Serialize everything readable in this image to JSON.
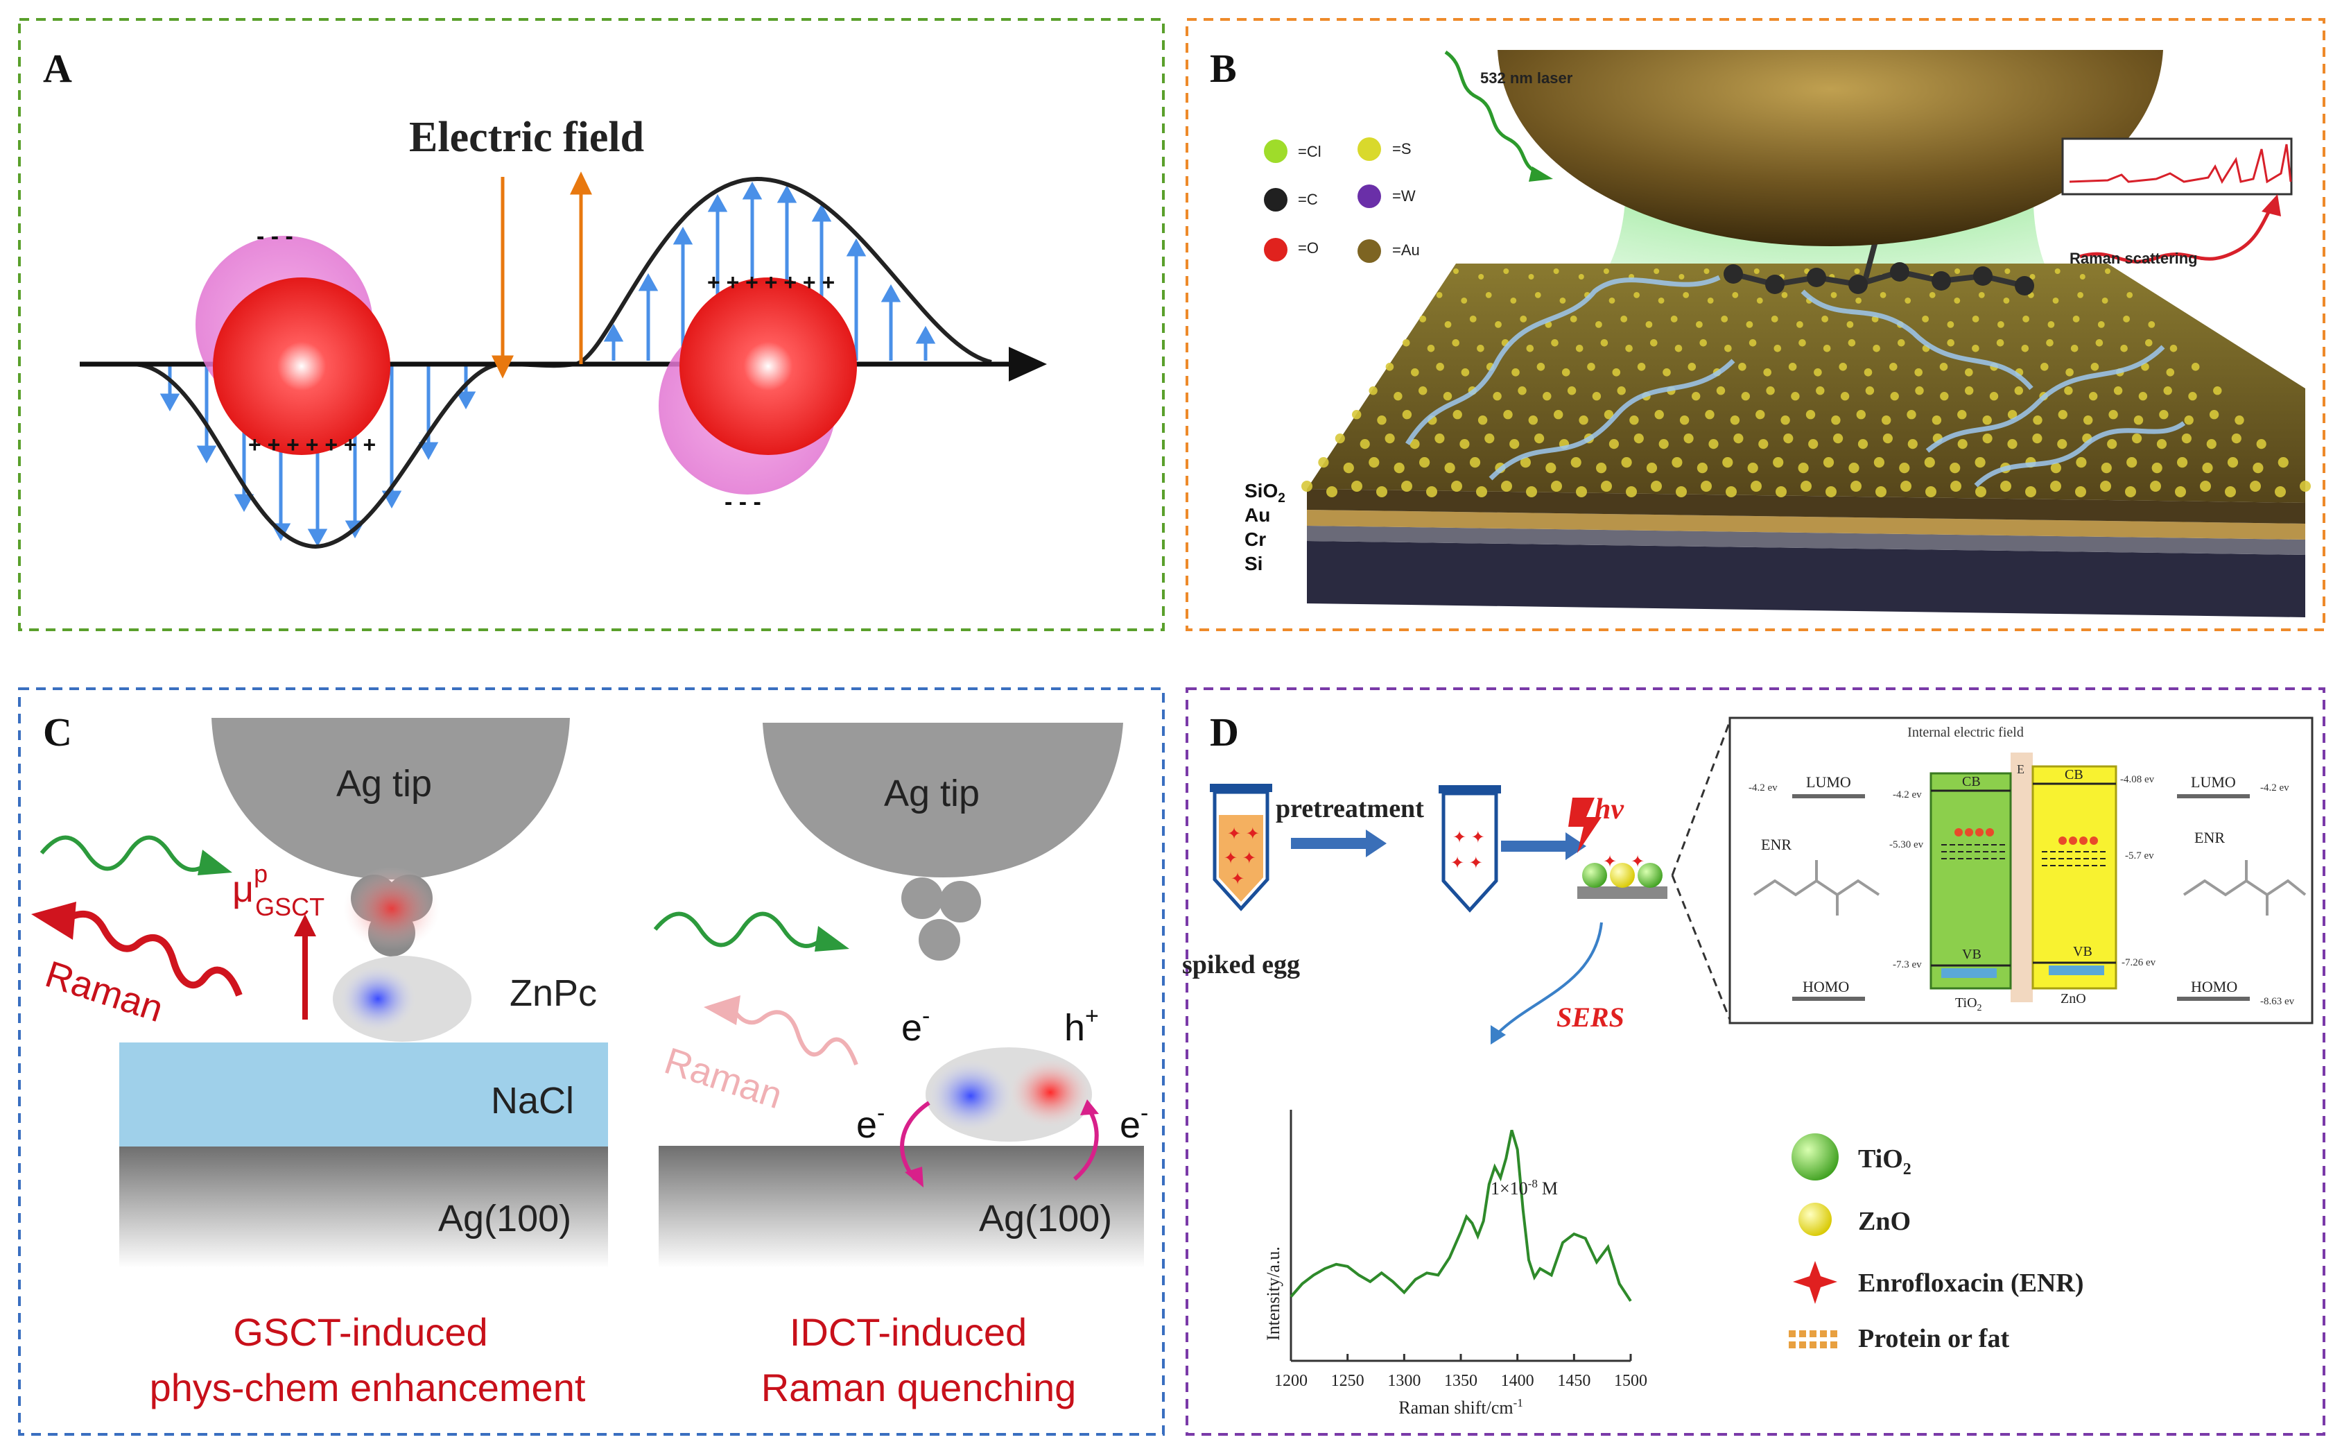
{
  "panels": {
    "A": {
      "letter": "A",
      "title": "Electric field",
      "plus_left": "+ + + + + + +",
      "minus_left": "- - -",
      "plus_right": "+ + + + + + +",
      "minus_right": "- - -"
    },
    "B": {
      "letter": "B",
      "laser": "532 nm laser",
      "raman_scattering": "Raman scattering",
      "legend": [
        {
          "label": "=Cl",
          "color": "#9fdc2a"
        },
        {
          "label": "=S",
          "color": "#d9d92c"
        },
        {
          "label": "=C",
          "color": "#202020"
        },
        {
          "label": "=W",
          "color": "#6a2fa8"
        },
        {
          "label": "=O",
          "color": "#e0221e"
        },
        {
          "label": "=Au",
          "color": "#7d6422"
        }
      ],
      "layers": [
        "SiO",
        "Au",
        "Cr",
        "Si"
      ],
      "sio2_sub": "2"
    },
    "C": {
      "letter": "C",
      "ag_tip": "Ag tip",
      "mu": "μ",
      "mu_sup": "p",
      "mu_sub": "GSCT",
      "raman": "Raman",
      "znpc": "ZnPc",
      "nacl": "NaCl",
      "ag100": "Ag(100)",
      "electron": "e",
      "hole": "h",
      "caption_left_1": "GSCT-induced",
      "caption_left_2": "phys-chem enhancement",
      "caption_right_1": "IDCT-induced",
      "caption_right_2": "Raman quenching"
    },
    "D": {
      "letter": "D",
      "pretreatment": "pretreatment",
      "spiked_egg": "spiked egg",
      "hv": "hν",
      "sers": "SERS",
      "internal_field": "Internal electric field",
      "lumo": "LUMO",
      "homo": "HOMO",
      "enr": "ENR",
      "cb": "CB",
      "vb": "VB",
      "e_label": "E",
      "tio2": "TiO",
      "zno": "ZnO",
      "energies_left": [
        "-4.2 ev",
        "-4.2 ev",
        "-5.30 ev",
        "-7.3 ev"
      ],
      "energies_right": [
        "-4.08 ev",
        "-4.2 ev",
        "-5.7 ev",
        "-7.26 ev",
        "-8.63 ev"
      ],
      "legend": [
        {
          "label": "TiO",
          "sub": "2",
          "kind": "green-sphere"
        },
        {
          "label": "ZnO",
          "sub": "",
          "kind": "yellow-sphere"
        },
        {
          "label": "Enrofloxacin (ENR)",
          "sub": "",
          "kind": "red-star"
        },
        {
          "label": "Protein or fat",
          "sub": "",
          "kind": "dotted"
        }
      ]
    }
  },
  "chart_data": {
    "type": "line",
    "xlabel": "Raman shift/cm",
    "xlabel_sup": "-1",
    "ylabel": "Intensity/a.u.",
    "annotation": "1×10",
    "annotation_sup": "-8",
    "annotation_unit": "M",
    "xlim": [
      1200,
      1500
    ],
    "ylim": [
      0,
      1
    ],
    "x_ticks": [
      "1200",
      "1250",
      "1300",
      "1350",
      "1400",
      "1450",
      "1500"
    ],
    "series": [
      {
        "x": [
          1200,
          1210,
          1220,
          1230,
          1240,
          1250,
          1260,
          1270,
          1280,
          1290,
          1300,
          1310,
          1320,
          1330,
          1340,
          1350,
          1355,
          1360,
          1365,
          1370,
          1375,
          1380,
          1385,
          1390,
          1395,
          1400,
          1405,
          1410,
          1415,
          1420,
          1430,
          1440,
          1450,
          1460,
          1470,
          1480,
          1490,
          1500
        ],
        "y": [
          0.2,
          0.26,
          0.3,
          0.33,
          0.35,
          0.34,
          0.3,
          0.27,
          0.31,
          0.27,
          0.22,
          0.28,
          0.31,
          0.3,
          0.38,
          0.5,
          0.57,
          0.54,
          0.48,
          0.55,
          0.72,
          0.8,
          0.75,
          0.84,
          0.97,
          0.88,
          0.6,
          0.37,
          0.29,
          0.33,
          0.3,
          0.45,
          0.49,
          0.47,
          0.36,
          0.43,
          0.26,
          0.18
        ]
      }
    ]
  }
}
